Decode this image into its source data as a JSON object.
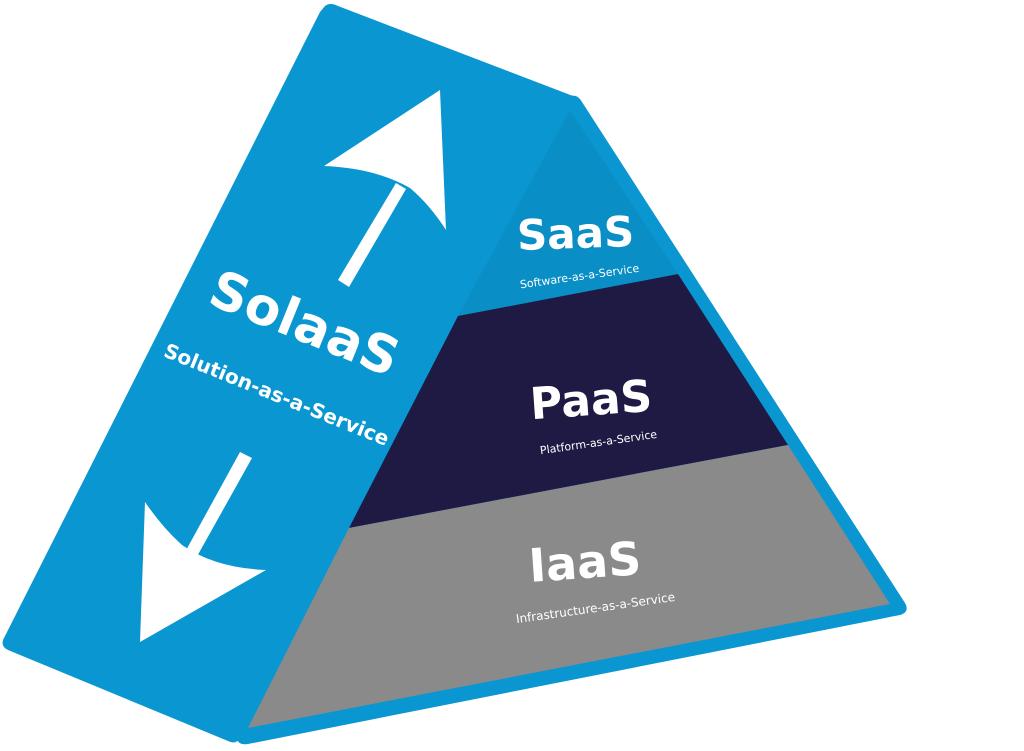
{
  "diagram": {
    "side": {
      "title": "SolaaS",
      "subtitle": "Solution-as-a-Service",
      "color": "#0a96d1"
    },
    "tiers": [
      {
        "title": "SaaS",
        "subtitle": "Software-as-a-Service",
        "color": "#0a8ec6"
      },
      {
        "title": "PaaS",
        "subtitle": "Platform-as-a-Service",
        "color": "#1e1a44"
      },
      {
        "title": "IaaS",
        "subtitle": "Infrastructure-as-a-Service",
        "color": "#8a8a8a"
      }
    ],
    "arrow_color": "#ffffff",
    "icons": [
      "arrow-up-icon",
      "arrow-down-icon"
    ]
  }
}
